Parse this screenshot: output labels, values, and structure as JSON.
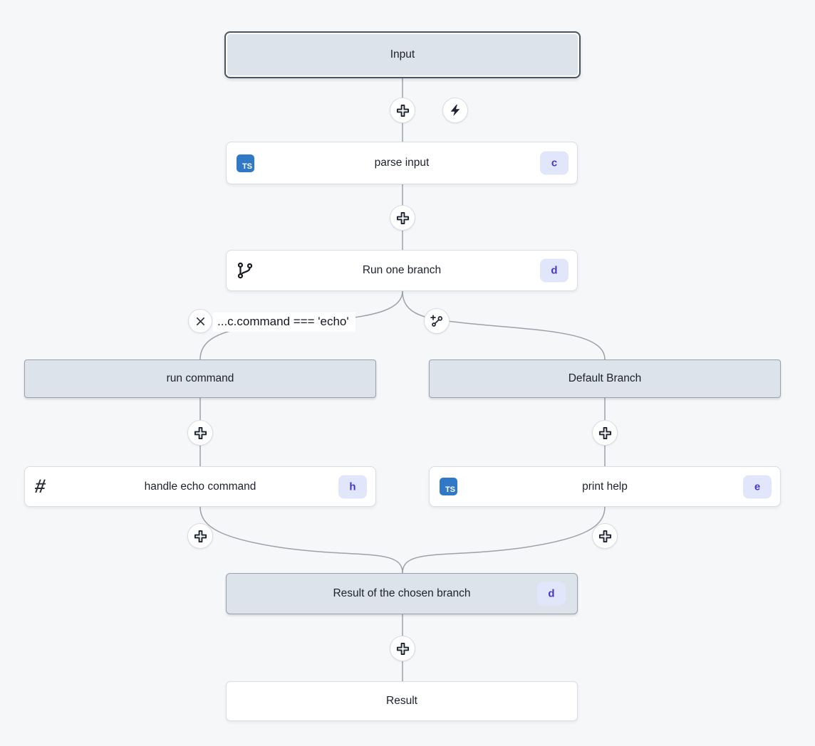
{
  "app": {
    "name": "flow-editor-canvas"
  },
  "nodes": {
    "input": {
      "label": "Input",
      "selected": true
    },
    "parse_input": {
      "label": "parse input",
      "badge": "c",
      "language": "typescript"
    },
    "run_one_branch": {
      "label": "Run one branch",
      "badge": "d",
      "icon": "git-branch-icon"
    },
    "branch_condition": {
      "label": "...c.command === 'echo'"
    },
    "run_command": {
      "label": "run command"
    },
    "default_branch": {
      "label": "Default Branch"
    },
    "handle_echo_command": {
      "label": "handle echo command",
      "badge": "h",
      "icon": "hash-icon"
    },
    "print_help": {
      "label": "print help",
      "badge": "e",
      "language": "typescript"
    },
    "result_chosen_branch": {
      "label": "Result of the chosen branch",
      "badge": "d"
    },
    "result": {
      "label": "Result"
    }
  },
  "icons": {
    "ts_label": "TS",
    "hash_glyph": "#",
    "add_step": "plus-icon",
    "trigger": "zap-icon",
    "condition": "x-icon",
    "add_branch": "branch-plus-icon"
  },
  "colors": {
    "background": "#f6f7f9",
    "node_gray_fill": "#dce3ea",
    "selected_border": "#4a5563",
    "badge_bg": "#e2e6fb",
    "badge_text": "#4338ca",
    "ts_blue": "#3178c6",
    "edge": "#9ca1a9"
  }
}
